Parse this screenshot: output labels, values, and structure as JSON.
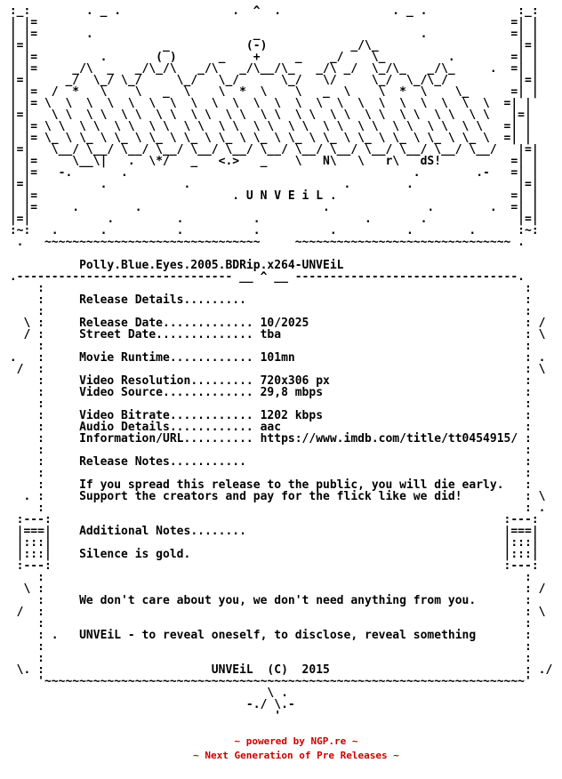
{
  "page": {
    "background": "#ffffff",
    "text_color": "#000000"
  },
  "release": {
    "name": "Polly.Blue.Eyes.2005.BDRip.x264-UNVEiL",
    "group": "UNVEiL",
    "group_motto": ". U N V E i L .",
    "ascii_artist_signature": "dS!",
    "copyright_line": "UNVEiL  (C)  2015",
    "details": {
      "release_date": "10/2025",
      "street_date": "tba",
      "movie_runtime": "101mn",
      "video_resolution": "720x306 px",
      "video_source": "29,8 mbps",
      "video_bitrate": "1202 kbps",
      "audio_details": "aac",
      "information_url": "https://www.imdb.com/title/tt0454915/"
    },
    "section_headers": [
      "Release Details.........",
      "Release Notes...........",
      "Additional Notes........"
    ],
    "release_notes": [
      "If you spread this release to the public, you will die early.",
      "Support the creators and pay for the flick like we did!"
    ],
    "additional_notes": [
      "Silence is gold."
    ],
    "greet_line": "We don't care about you, we don't need anything from you.",
    "definition_line": "UNVEiL - to reveal oneself, to disclose, reveal something"
  },
  "art": {
    "header": [
      " :_:        . _ .                .  ^  .                . _ .             :_: ",
      " | |=                                                                    =| | ",
      " | |=       .                       _                       .            =| | ",
      " |=|                   _           (-)            _/\\_                    |=| ",
      " | |=         .       ( )      _    +     _    _/    \\_         .        =| | ",
      " | |=     _/\\  _   _/\\_/\\   _/\\   _/\\__/\\_   _/\\ _/  \\_/\\_   _/\\_     .  =| | ",
      " |=|     _/  \\_/ \\_/     \\_/   \\_/      \\_/   \\/     \\_/  \\_/\\_/          |=| ",
      " | |=  /  *   \\    \\   _  \\    \\  *  \\    \\   _  \\    \\  *  \\    \\_      =| | ",
      " | |= \\  \\  \\  \\  \\  \\  \\  \\  \\  \\  \\  \\  \\  \\  \\  \\  \\  \\  \\  \\  \\  \\  =| | ",
      " |=|   \\ \\  \\ \\  \\ \\  \\ \\  \\ \\  \\ \\  \\ \\  \\ \\  \\ \\  \\ \\  \\ \\  \\ \\  \\ \\   |=| ",
      " | |= \\ \\  \\ \\  \\ \\  \\ \\  \\ \\  \\ \\  \\ \\  \\ \\  \\ \\  \\ \\  \\ \\  \\ \\  \\ \\   =| | ",
      " | |= \\_ \\ \\_ \\ \\_ \\ \\_ \\ \\_ \\ \\_ \\ \\_ \\ \\_ \\ \\_ \\ \\_ \\ \\_ \\ \\_ \\ \\_ \\  =| | ",
      " |=|   \\__/ \\__/ \\__/ \\__/ \\__/ \\__/ \\__/ \\__/ \\__/ \\__/ \\__/ \\__/ \\__/   |=| ",
      " | |=     \\__\\|   .  \\*/   _   <.>   _    \\   N\\   \\   r\\   dS!          =| | ",
      " | |=   -.       .                                         .        .-   =| | ",
      " |=|          .           .                      .        .               |=| ",
      " | |=                            . U N V E i L .                         =| | ",
      " | |=     .        .                          .              .        .  =| | ",
      " |=|           .         .          .               .       .             |=| ",
      " :~:   .      .          .          .          .          .        .      :~: ",
      "  .   ~~~~~~~~~~~~~~~~~~~~~~~~~~~~~~~     ~~~~~~~~~~~~~~~~~~~~~~~~~~~~~~~ . ",
      " "
    ],
    "body": [
      " .------------------------------- __ ^ __ --------------------------------.",
      "     :                                                                     :",
      "     :     Release Details.........                                        :",
      "     :                                                                     :",
      "   \\ :     Release Date............. 10/2025                               : /",
      "   / :     Street Date.............. tba                                   : \\",
      "     :                                                                     :",
      " .   :     Movie Runtime............ 101mn                                 : .",
      "  /  :                                                                     : \\",
      "     :     Video Resolution......... 720x306 px                            :",
      "     :     Video Source............. 29,8 mbps                             :",
      "     :                                                                     :",
      "     :     Video Bitrate............ 1202 kbps                             :",
      "     :     Audio Details............ aac                                   :",
      "     :     Information/URL.......... https://www.imdb.com/title/tt0454915/ :",
      "     :                                                                     :",
      "     :     Release Notes...........                                        :",
      "     :                                                                     :",
      "     :     If you spread this release to the public, you will die early.   :",
      "   . :     Support the creators and pay for the flick like we did!         : \\",
      "     :                                                                     : .",
      "  :---:                                                                 :---:",
      "  |===|    Additional Notes........                                     |===|",
      "  |:::|                                                                 |:::|",
      "  |:::|    Silence is gold.                                             |:::|",
      "  :---:                                                                 :---:",
      "     :                                                                     :",
      "   \\ :                                                                     : /",
      "     :     We don't care about you, we don't need anything from you.       :",
      "  /  :                                                                     : \\",
      "     :                                                                     :",
      "     : .   UNVEiL - to reveal oneself, to disclose, reveal something       :",
      "     :                                                                     :",
      "     :                                                                     :",
      "  \\. :                        UNVEiL  (C)  2015                            : ./",
      "     '~~~~~~~~~~~~~~~~~~~~~~~~~~~~~~~~~~~~~~~~~~~~~~~~~~~~~~~~~~~~~~~~~~~~~'",
      "                                      \\ .",
      "                                   -./ \\.-",
      "                                       '"
    ]
  },
  "footer": {
    "powered_by": "~ powered by NGP.re ~",
    "tagline": "~ Next Generation of Pre Releases ~",
    "color": "#cc0000"
  }
}
